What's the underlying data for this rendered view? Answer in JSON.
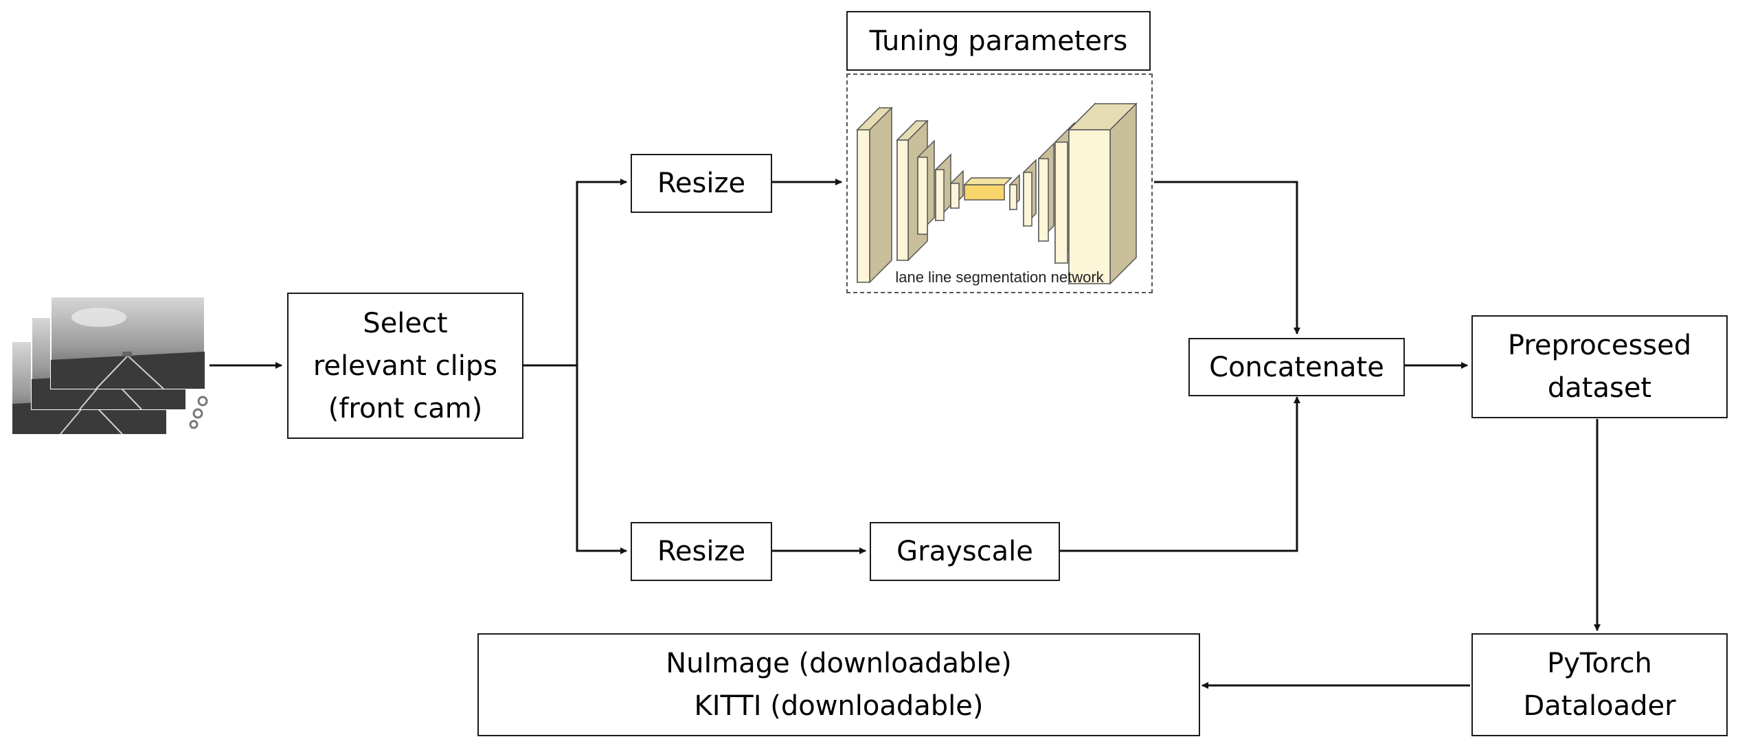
{
  "nodes": {
    "select": [
      "Select",
      "relevant clips",
      "(front cam)"
    ],
    "resize_top": "Resize",
    "resize_bottom": "Resize",
    "grayscale": "Grayscale",
    "tuning": "Tuning parameters",
    "network_caption": "lane line segmentation network",
    "concatenate": "Concatenate",
    "preprocessed": [
      "Preprocessed",
      "dataset"
    ],
    "pytorch": [
      "PyTorch",
      "Dataloader"
    ],
    "datasets": [
      "NuImage (downloadable)",
      "KITTI (downloadable)"
    ]
  },
  "colors": {
    "block_front": "#fdf5d8",
    "block_side": "#c9bf9a",
    "block_top": "#e6dcb3",
    "bottleneck": "#f7d56b",
    "line": "#111111"
  },
  "icons": {
    "input_frames": "stacked-road-frames-icon",
    "more_dots": "ellipsis-dots-icon"
  }
}
